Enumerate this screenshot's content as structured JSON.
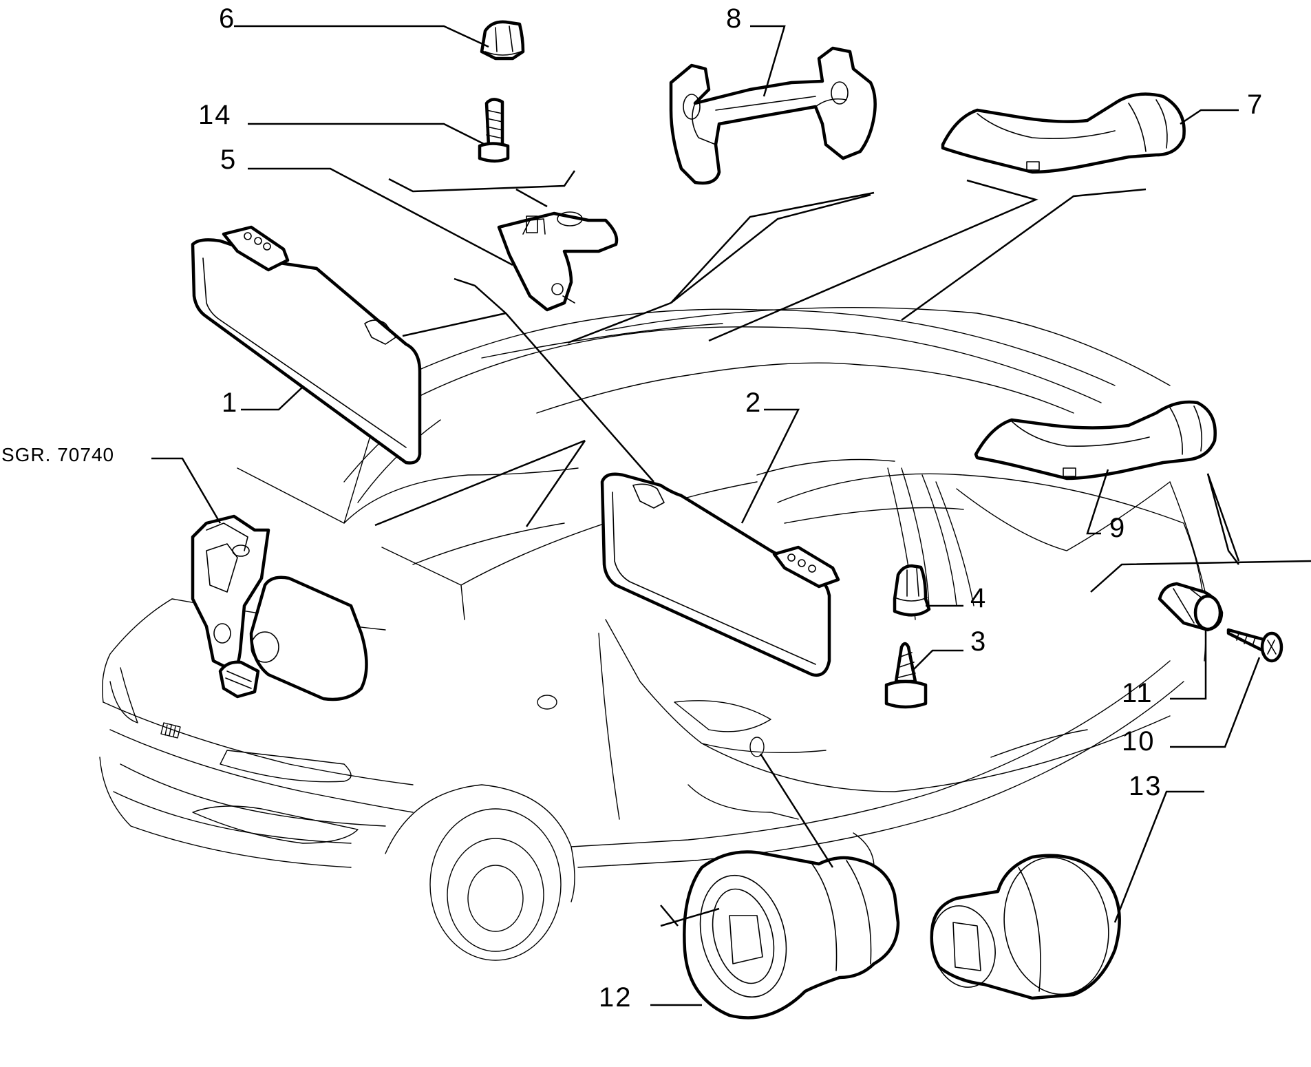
{
  "diagram": {
    "reference_code": "SGR. 70740",
    "callouts": {
      "c1": "1",
      "c2": "2",
      "c3": "3",
      "c4": "4",
      "c5": "5",
      "c6": "6",
      "c7": "7",
      "c8": "8",
      "c9": "9",
      "c10": "10",
      "c11": "11",
      "c12": "12",
      "c13": "13",
      "c14": "14"
    }
  }
}
